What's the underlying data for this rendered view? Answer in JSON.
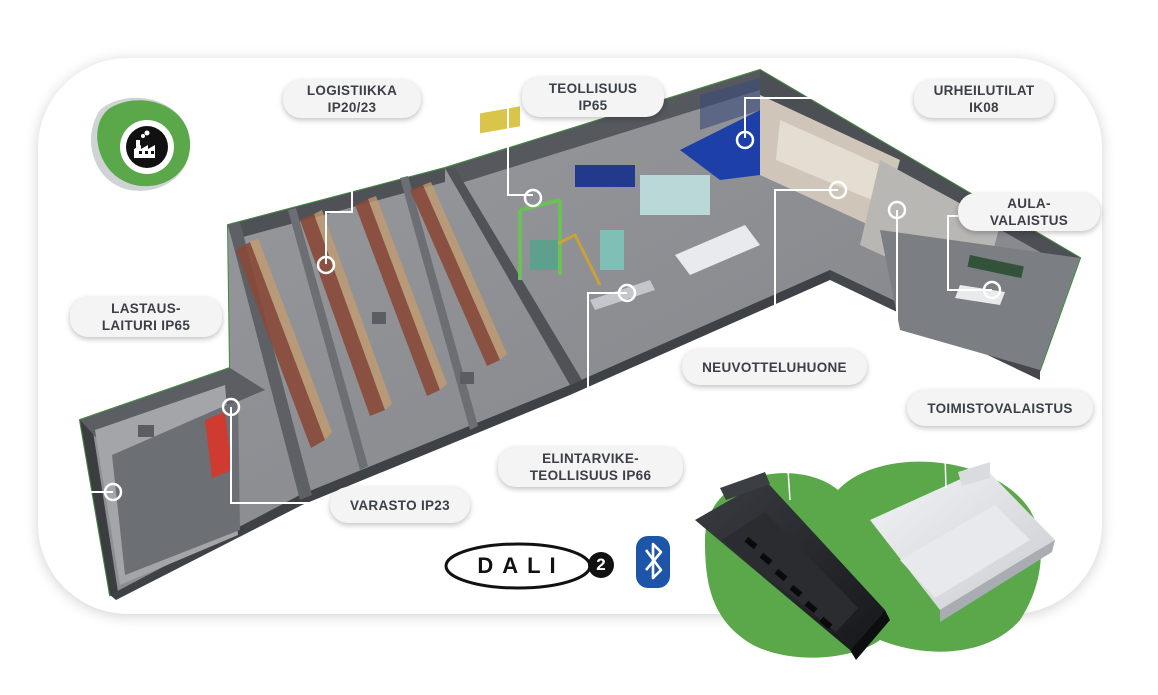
{
  "labels": {
    "logistiikka": [
      "LOGISTIIKKA",
      "IP20/23"
    ],
    "teollisuus": [
      "TEOLLISUUS",
      "IP65"
    ],
    "urheilutilat": [
      "URHEILUTILAT",
      "IK08"
    ],
    "aulavalaistus": [
      "AULA-",
      "VALAISTUS"
    ],
    "lastauslaituri": [
      "LASTAUS-",
      "LAITURI IP65"
    ],
    "neuvotteluhuone": [
      "NEUVOTTELUHUONE"
    ],
    "toimistovalaistus": [
      "TOIMISTOVALAISTUS"
    ],
    "elintarviketeollisuus": [
      "ELINTARVIKE-",
      "TEOLLISUUS IP66"
    ],
    "varasto": [
      "VARASTO IP23"
    ]
  },
  "logos": {
    "dali": "DALI",
    "dali_version": "2"
  },
  "icons": {
    "factory": "factory-icon",
    "bluetooth": "bluetooth-icon"
  },
  "colors": {
    "brand_green": "#5aa84a",
    "floor": "#8d8f93",
    "wall": "#5b5e63",
    "pill_bg": "#f4f4f5",
    "pill_text": "#3b3f46",
    "bluetooth_blue": "#1d55a8"
  }
}
